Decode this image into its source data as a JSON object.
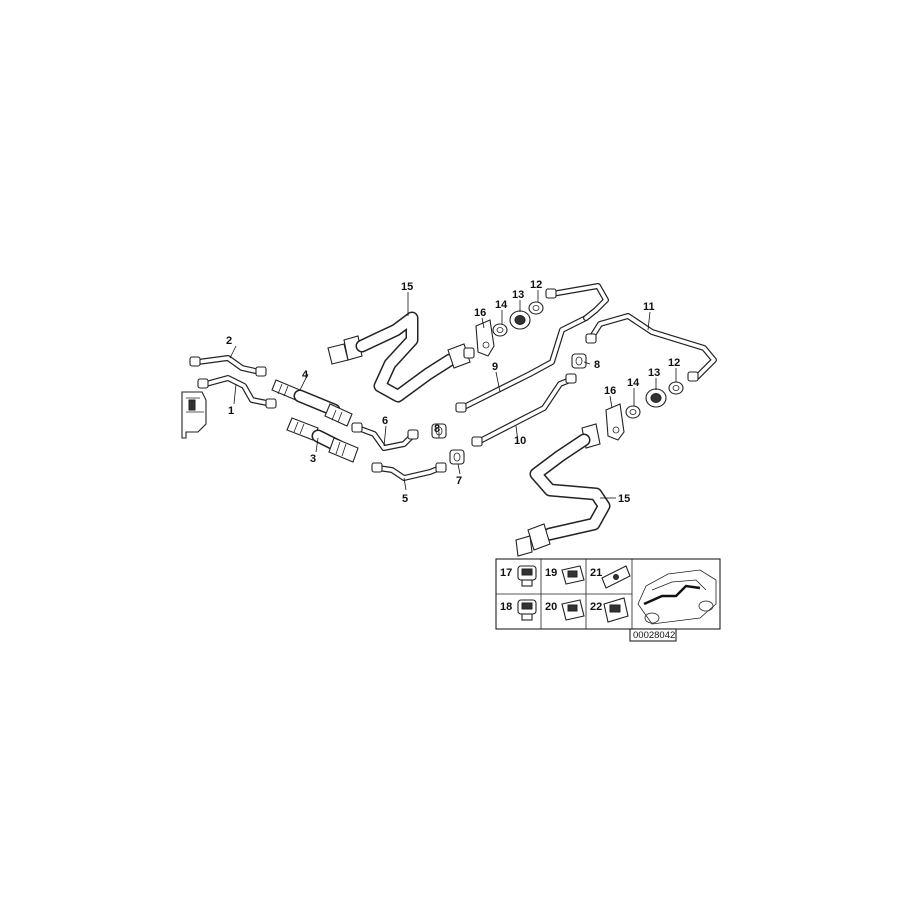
{
  "callouts": {
    "c1": "1",
    "c2": "2",
    "c3": "3",
    "c4": "4",
    "c5": "5",
    "c6": "6",
    "c7": "7",
    "c8a": "8",
    "c8b": "8",
    "c9": "9",
    "c10": "10",
    "c11": "11",
    "c12a": "12",
    "c12b": "12",
    "c13a": "13",
    "c13b": "13",
    "c14a": "14",
    "c14b": "14",
    "c15a": "15",
    "c15b": "15",
    "c16a": "16",
    "c16b": "16",
    "c17": "17",
    "c18": "18",
    "c19": "19",
    "c20": "20",
    "c21": "21",
    "c22": "22"
  },
  "diagram_code": "00028042"
}
